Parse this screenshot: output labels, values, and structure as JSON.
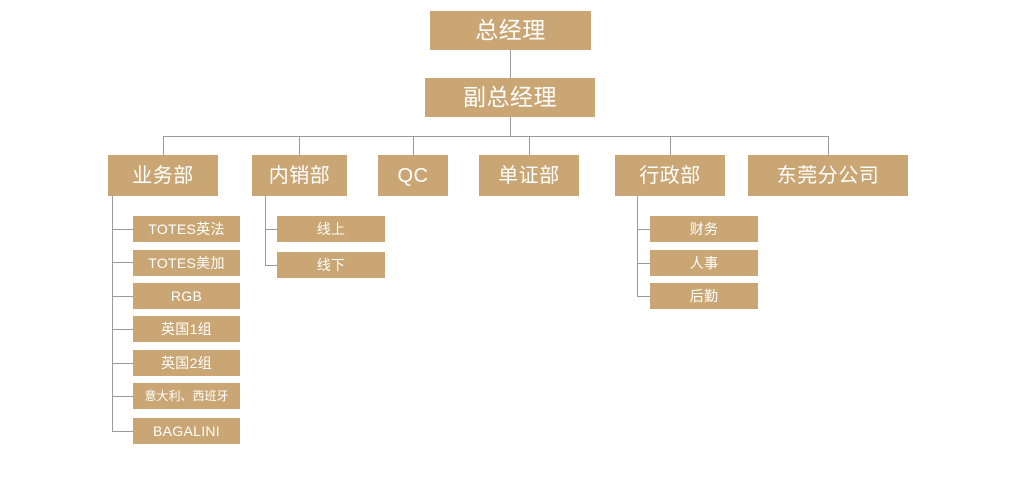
{
  "chart": {
    "type": "org-chart",
    "title": "",
    "theme": {
      "box_fill": "#c9a673",
      "box_text": "#ffffff",
      "connector": "#9b9b9b",
      "background": "#ffffff"
    },
    "nodes": {
      "general_manager": "总经理",
      "deputy_general_manager": "副总经理",
      "departments": [
        {
          "label": "业务部",
          "children": [
            "TOTES英法",
            "TOTES美加",
            "RGB",
            "英国1组",
            "英国2组",
            "意大利、西班牙",
            "BAGALINI"
          ]
        },
        {
          "label": "内销部",
          "children": [
            "线上",
            "线下"
          ]
        },
        {
          "label": "QC",
          "children": []
        },
        {
          "label": "单证部",
          "children": []
        },
        {
          "label": "行政部",
          "children": [
            "财务",
            "人事",
            "后勤"
          ]
        },
        {
          "label": "东莞分公司",
          "children": []
        }
      ]
    }
  }
}
